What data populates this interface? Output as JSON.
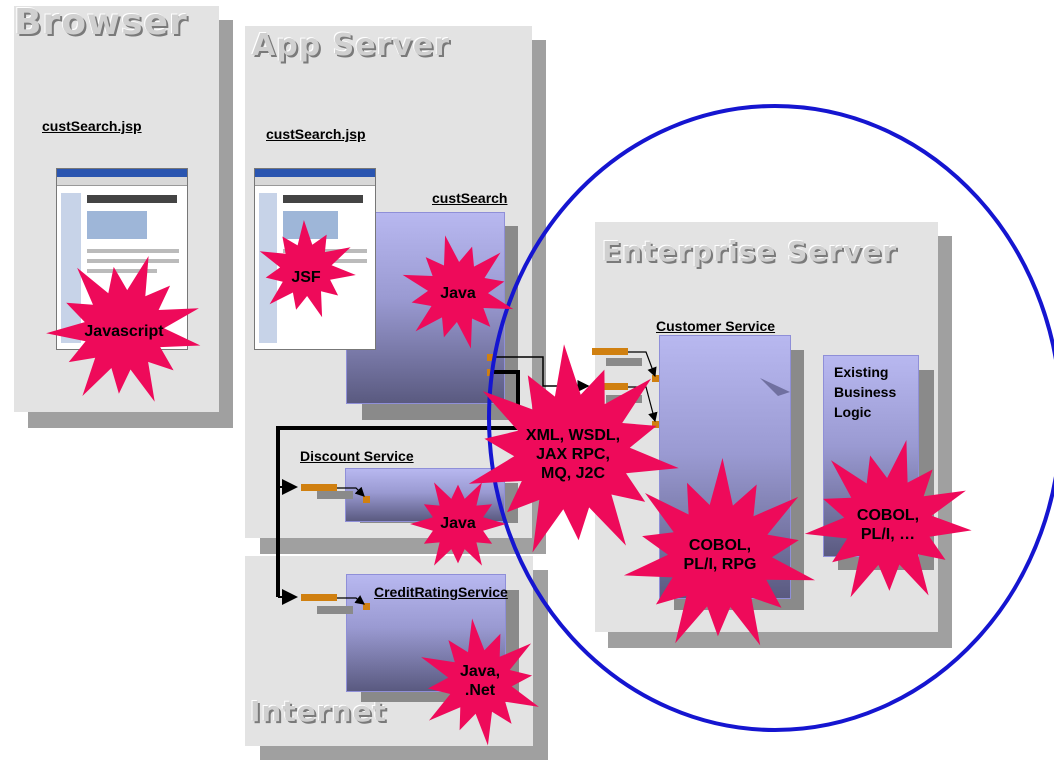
{
  "browser": {
    "title": "Browser",
    "page_label": "custSearch.jsp",
    "tech": "Javascript"
  },
  "app_server": {
    "title": "App Server",
    "page_label": "custSearch.jsp",
    "component_label": "custSearch",
    "jsf_tech": "JSF",
    "component_tech": "Java",
    "discount_label": "Discount Service",
    "discount_tech": "Java"
  },
  "internet": {
    "title": "Internet",
    "credit_label": "CreditRatingService",
    "credit_tech": "Java,\n.Net"
  },
  "protocols": "XML, WSDL,\nJAX RPC,\nMQ, J2C",
  "enterprise": {
    "title": "Enterprise Server",
    "customer_label": "Customer Service",
    "customer_tech": "COBOL,\nPL/I, RPG",
    "existing_label": "Existing\nBusiness\nLogic",
    "existing_tech": "COBOL,\nPL/I, …"
  },
  "colors": {
    "panel": "#e3e3e3",
    "panel_shadow": "#a0a0a0",
    "burst": "#ee0a5a",
    "circle": "#1515d0",
    "port": "#d08010"
  }
}
